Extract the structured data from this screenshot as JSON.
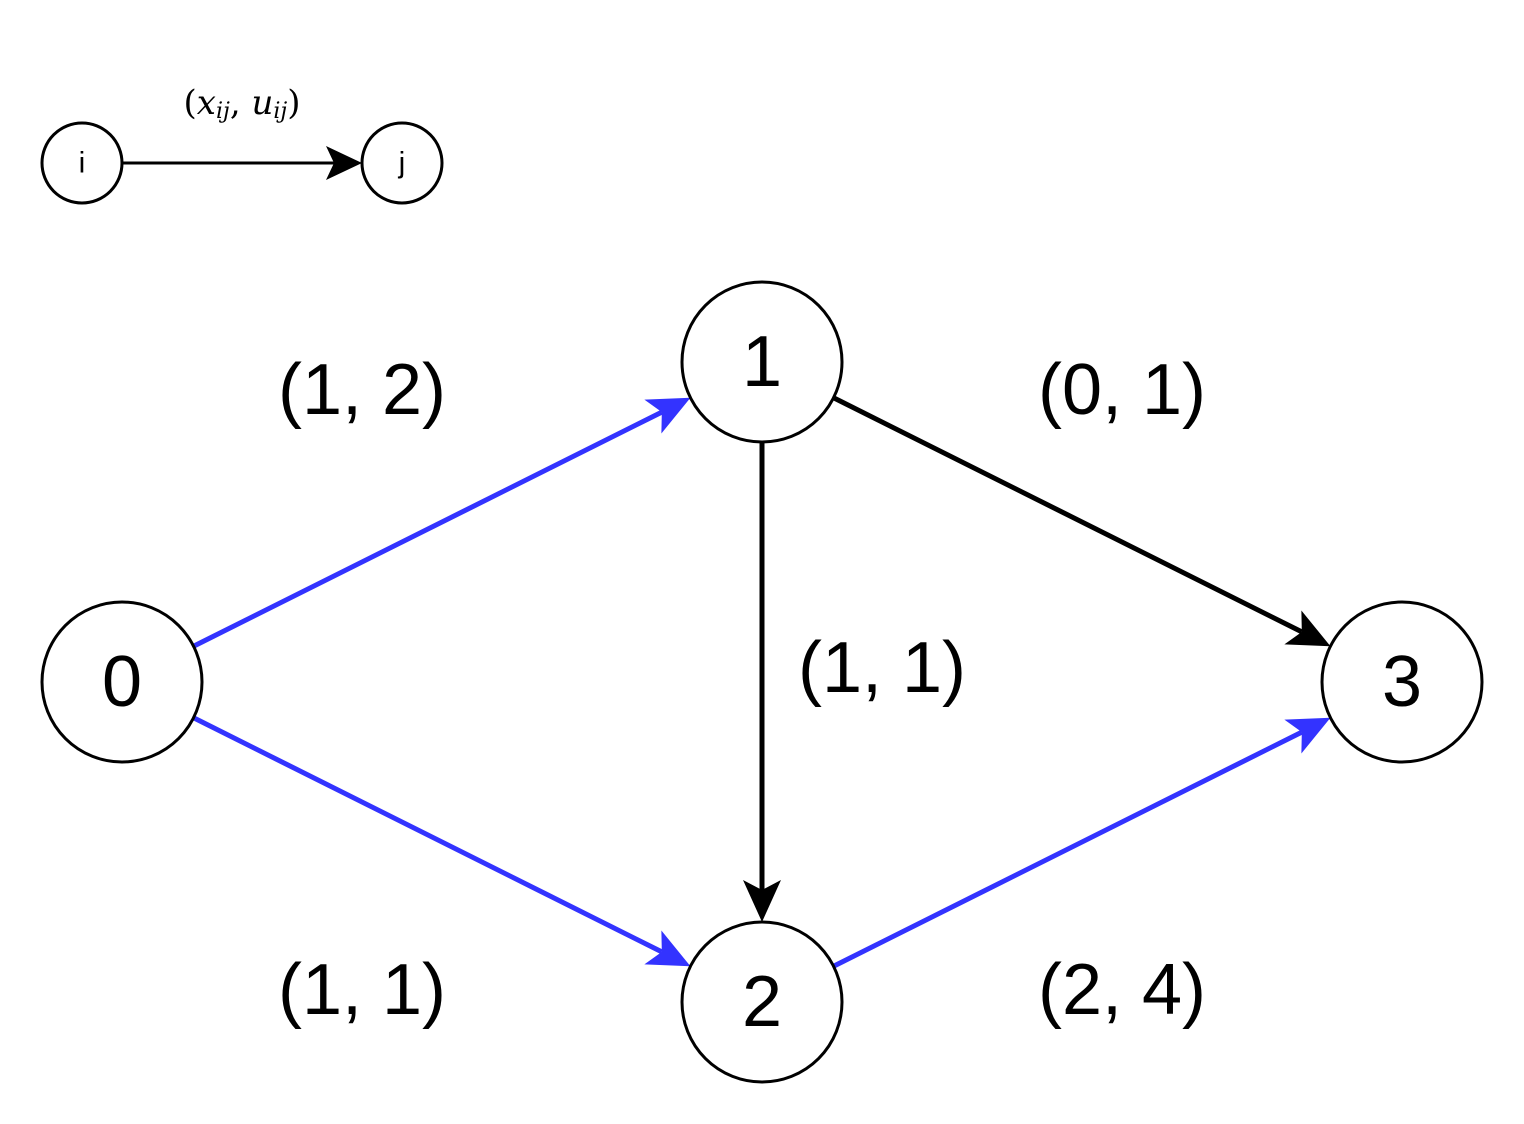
{
  "legend": {
    "from_label": "i",
    "to_label": "j",
    "edge_label_open": "(",
    "edge_label_x": "x",
    "edge_label_x_sub": "ij",
    "edge_label_comma": ", ",
    "edge_label_u": "u",
    "edge_label_u_sub": "ij",
    "edge_label_close": ")"
  },
  "colors": {
    "highlight": "#3333ff",
    "normal": "#000000"
  },
  "nodes": [
    {
      "id": "0",
      "label": "0"
    },
    {
      "id": "1",
      "label": "1"
    },
    {
      "id": "2",
      "label": "2"
    },
    {
      "id": "3",
      "label": "3"
    }
  ],
  "edges": [
    {
      "from": "0",
      "to": "1",
      "label": "(1, 2)",
      "highlighted": true
    },
    {
      "from": "0",
      "to": "2",
      "label": "(1, 1)",
      "highlighted": true
    },
    {
      "from": "1",
      "to": "2",
      "label": "(1, 1)",
      "highlighted": false
    },
    {
      "from": "1",
      "to": "3",
      "label": "(0, 1)",
      "highlighted": false
    },
    {
      "from": "2",
      "to": "3",
      "label": "(2, 4)",
      "highlighted": true
    }
  ]
}
